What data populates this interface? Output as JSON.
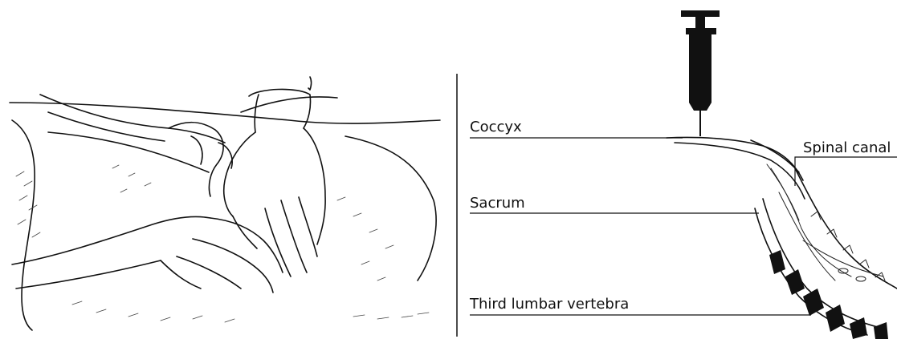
{
  "labels": {
    "coccyx": "Coccyx",
    "sacrum": "Sacrum",
    "third_lumbar": "Third lumbar vertebra",
    "spinal_canal": "Spinal canal"
  },
  "icons": {
    "left_panel": "hands-palpating-back-illustration",
    "syringe": "syringe-icon",
    "spine": "spine-cross-section-illustration"
  },
  "colors": {
    "ink": "#111111",
    "background": "#ffffff"
  }
}
